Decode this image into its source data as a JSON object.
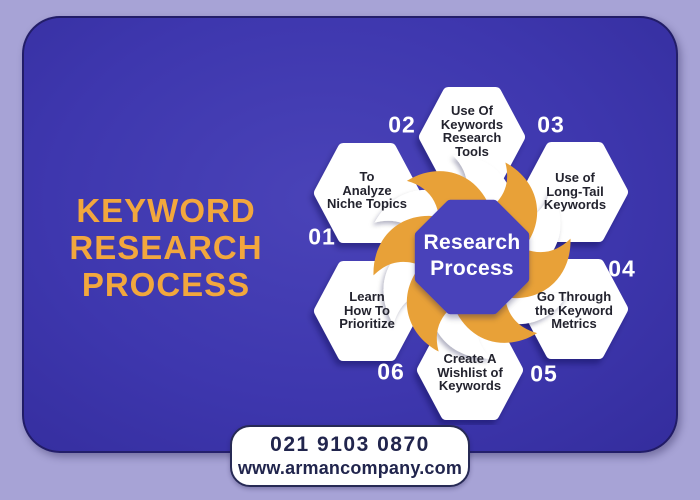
{
  "title": {
    "text": "KEYWORD\nRESEARCH\nPROCESS"
  },
  "center": {
    "label": "Research\nProcess"
  },
  "steps": [
    {
      "number": "01",
      "label": "To\nAnalyze\nNiche Topics"
    },
    {
      "number": "02",
      "label": "Use Of\nKeywords\nResearch\nTools"
    },
    {
      "number": "03",
      "label": "Use of\nLong-Tail\nKeywords"
    },
    {
      "number": "04",
      "label": "Go Through\nthe Keyword\nMetrics"
    },
    {
      "number": "05",
      "label": "Create A\nWishlist of\nKeywords"
    },
    {
      "number": "06",
      "label": "Learn\nHow To\nPrioritize"
    }
  ],
  "footer": {
    "phone": "021 9103 0870",
    "website": "www.armancompany.com"
  },
  "colors": {
    "page_background": "#a7a3d6",
    "card_blue": "#3e37ae",
    "center_circle_blue": "#4a43ba",
    "title_orange": "#f2a73d",
    "swirl_orange": "#e8a138",
    "hexagon_white": "#ffffff",
    "hex_label_dark": "#23232e",
    "number_white": "#ffffff",
    "footer_text_navy": "#21254d"
  }
}
